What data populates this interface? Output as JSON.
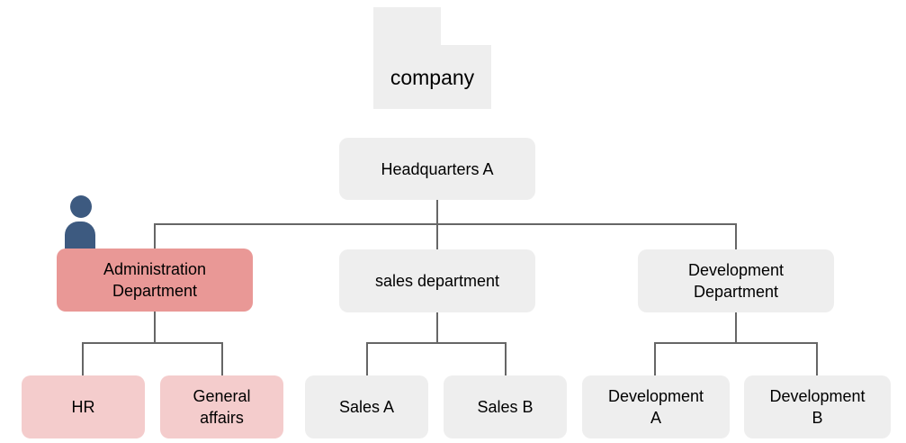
{
  "company": "company",
  "headquarters": "Headquarters A",
  "departments": [
    {
      "label": "Administration\nDepartment",
      "children": [
        "HR",
        "General\naffairs"
      ]
    },
    {
      "label": "sales department",
      "children": [
        "Sales A",
        "Sales B"
      ]
    },
    {
      "label": "Development\nDepartment",
      "children": [
        "Development\nA",
        "Development\nB"
      ]
    }
  ],
  "colors": {
    "node": "#eeeeee",
    "highlight": "#e99896",
    "highlight_child": "#f4cccc",
    "person": "#3d5a80",
    "line": "#666666"
  }
}
